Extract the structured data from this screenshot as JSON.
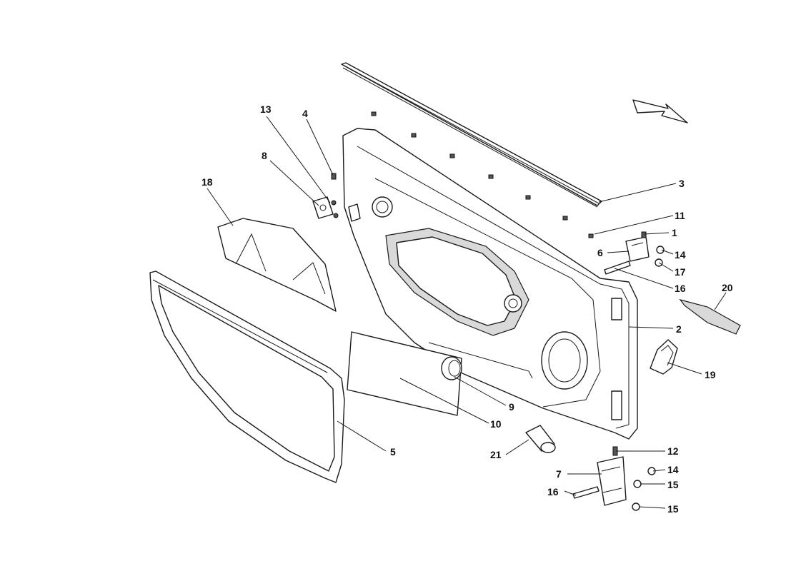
{
  "callouts": [
    {
      "id": "c1",
      "label": "1"
    },
    {
      "id": "c2",
      "label": "2"
    },
    {
      "id": "c3",
      "label": "3"
    },
    {
      "id": "c4",
      "label": "4"
    },
    {
      "id": "c5",
      "label": "5"
    },
    {
      "id": "c6",
      "label": "6"
    },
    {
      "id": "c7",
      "label": "7"
    },
    {
      "id": "c8",
      "label": "8"
    },
    {
      "id": "c9",
      "label": "9"
    },
    {
      "id": "c10",
      "label": "10"
    },
    {
      "id": "c11",
      "label": "11"
    },
    {
      "id": "c12",
      "label": "12"
    },
    {
      "id": "c13",
      "label": "13"
    },
    {
      "id": "c14a",
      "label": "14"
    },
    {
      "id": "c14b",
      "label": "14"
    },
    {
      "id": "c15a",
      "label": "15"
    },
    {
      "id": "c15b",
      "label": "15"
    },
    {
      "id": "c16a",
      "label": "16"
    },
    {
      "id": "c16b",
      "label": "16"
    },
    {
      "id": "c17",
      "label": "17"
    },
    {
      "id": "c18",
      "label": "18"
    },
    {
      "id": "c19",
      "label": "19"
    },
    {
      "id": "c20",
      "label": "20"
    },
    {
      "id": "c21",
      "label": "21"
    }
  ],
  "colors": {
    "line": "#1a1a1a",
    "background": "#ffffff",
    "shade": "#d9d9d9"
  },
  "icons": {
    "direction_arrow": "direction-arrow-icon"
  }
}
